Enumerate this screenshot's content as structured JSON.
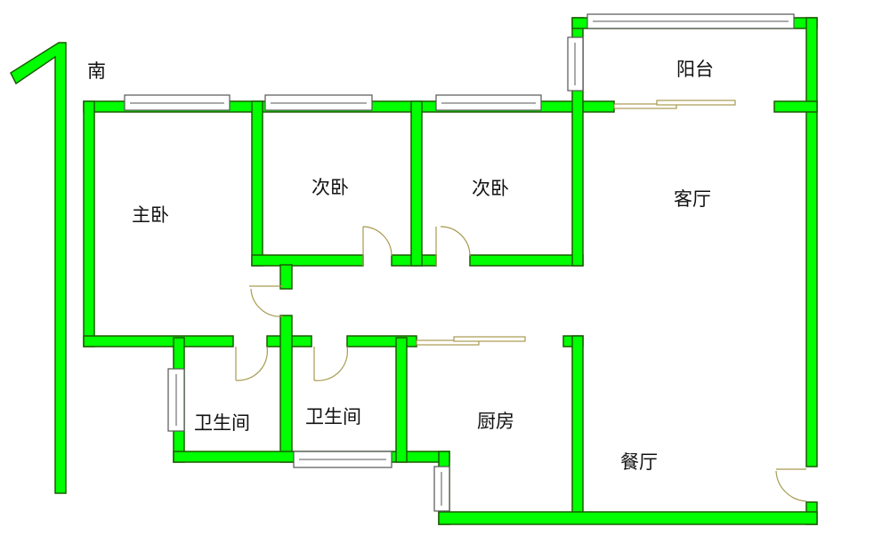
{
  "compass": {
    "direction_label": "南"
  },
  "rooms": {
    "balcony": "阳台",
    "master_bedroom": "主卧",
    "second_bedroom_1": "次卧",
    "second_bedroom_2": "次卧",
    "living_room": "客厅",
    "bathroom_1": "卫生间",
    "bathroom_2": "卫生间",
    "kitchen": "厨房",
    "dining_room": "餐厅"
  },
  "colors": {
    "wall": "#00ff00",
    "wall_outline": "#1a5c00",
    "door": "#a89a50"
  }
}
